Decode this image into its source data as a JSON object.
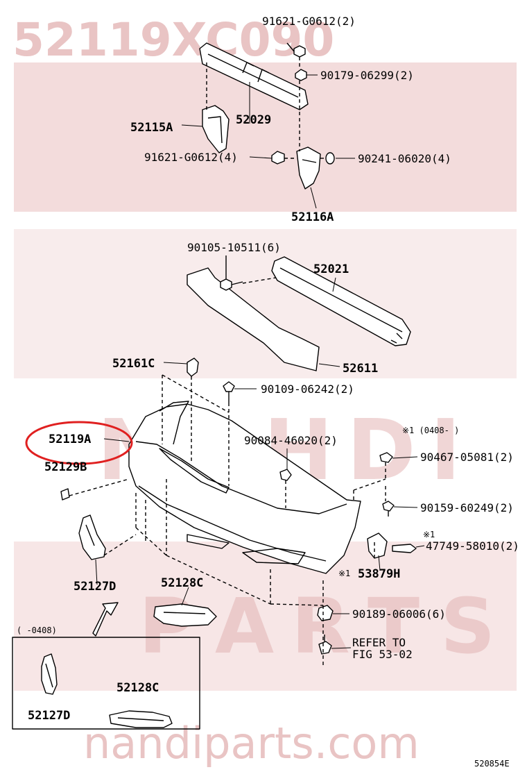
{
  "watermark": {
    "top_code": "52119XC090",
    "letters": [
      "N",
      "A",
      "H",
      "D",
      "I"
    ],
    "parts_letters": [
      "P",
      "A",
      "R",
      "T",
      "S"
    ],
    "site": "nandiparts.com",
    "color": "#e9c4c4"
  },
  "figure_code": "520854E",
  "highlight_color": "#e02020",
  "callouts": {
    "c91621_top": "91621-G0612(2)",
    "c90179": "90179-06299(2)",
    "c52115A": "52115A",
    "c52029": "52029",
    "c91621_mid": "91621-G0612(4)",
    "c90241": "90241-06020(4)",
    "c52116A": "52116A",
    "c90105": "90105-10511(6)",
    "c52021": "52021",
    "c52161C": "52161C",
    "c52611": "52611",
    "c90109": "90109-06242(2)",
    "c52119A": "52119A",
    "c52129B": "52129B",
    "c90084": "90084-46020(2)",
    "c_note0408": "※1 (0408-    )",
    "c90467": "90467-05081(2)",
    "c90159": "90159-60249(2)",
    "c_note1": "※1",
    "c47749": "47749-58010(2)",
    "c_note1b": "※1",
    "c53879H": "53879H",
    "c52127D": "52127D",
    "c52128C": "52128C",
    "c90189": "90189-06006(6)",
    "c_refer1": "REFER TO",
    "c_refer2": "FIG 53-02",
    "c_inset_date": "(    -0408)",
    "c_inset_52127D": "52127D",
    "c_inset_52128C": "52128C"
  }
}
